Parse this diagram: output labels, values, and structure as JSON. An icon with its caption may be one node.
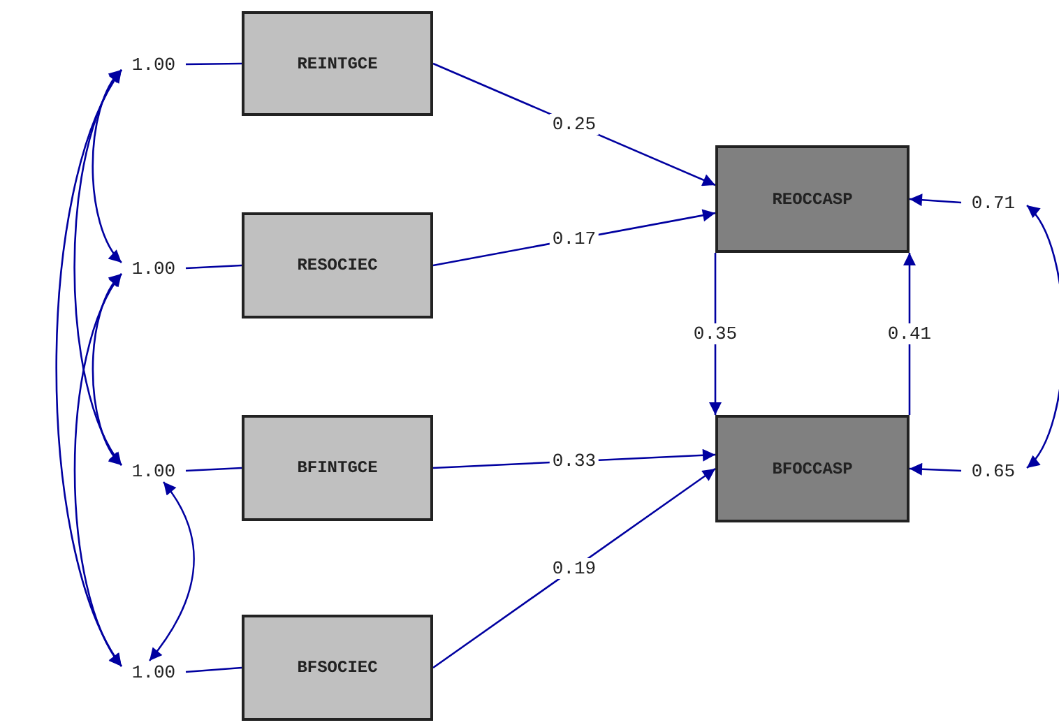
{
  "diagram": {
    "nodes": [
      {
        "text": [
          "1.00"
        ]
      },
      {
        "text": [
          "REINTGCE"
        ]
      },
      {
        "text": [
          "1.00"
        ]
      },
      {
        "text": [
          "RESOCIEC"
        ]
      },
      {
        "text": [
          "1.00"
        ]
      },
      {
        "text": [
          "BFINTGCE"
        ]
      },
      {
        "text": [
          "1.00"
        ]
      },
      {
        "text": [
          "BFSOCIEC"
        ]
      },
      {
        "text": [
          "REOCCASP"
        ]
      },
      {
        "text": [
          "0.71"
        ]
      },
      {
        "text": [
          "BFOCCASP"
        ]
      },
      {
        "text": [
          "0.65"
        ]
      }
    ],
    "edges": [
      {
        "from": 0,
        "to": 1,
        "arrow": "none"
      },
      {
        "from": 2,
        "to": 3,
        "arrow": "none"
      },
      {
        "from": 4,
        "to": 5,
        "arrow": "none"
      },
      {
        "from": 6,
        "to": 7,
        "arrow": "none"
      },
      {
        "from": 0,
        "to": 2,
        "arrow": "both"
      },
      {
        "from": 0,
        "to": 4,
        "arrow": "both"
      },
      {
        "from": 0,
        "to": 6,
        "arrow": "both"
      },
      {
        "from": 2,
        "to": 4,
        "arrow": "both"
      },
      {
        "from": 2,
        "to": 6,
        "arrow": "both"
      },
      {
        "from": 4,
        "to": 6,
        "arrow": "both"
      },
      {
        "from": 1,
        "to": 8,
        "label": "0.25",
        "arrow": "to"
      },
      {
        "from": 3,
        "to": 8,
        "label": "0.17",
        "arrow": "to"
      },
      {
        "from": 5,
        "to": 10,
        "label": "0.33",
        "arrow": "to"
      },
      {
        "from": 7,
        "to": 10,
        "label": "0.19",
        "arrow": "to"
      },
      {
        "from": 8,
        "to": 10,
        "label": "0.35",
        "arrow": "to"
      },
      {
        "from": 10,
        "to": 8,
        "label": "0.41",
        "arrow": "to"
      },
      {
        "from": 9,
        "to": 8,
        "arrow": "to"
      },
      {
        "from": 11,
        "to": 10,
        "arrow": "to"
      },
      {
        "from": 9,
        "to": 11,
        "arrow": "both"
      }
    ]
  }
}
